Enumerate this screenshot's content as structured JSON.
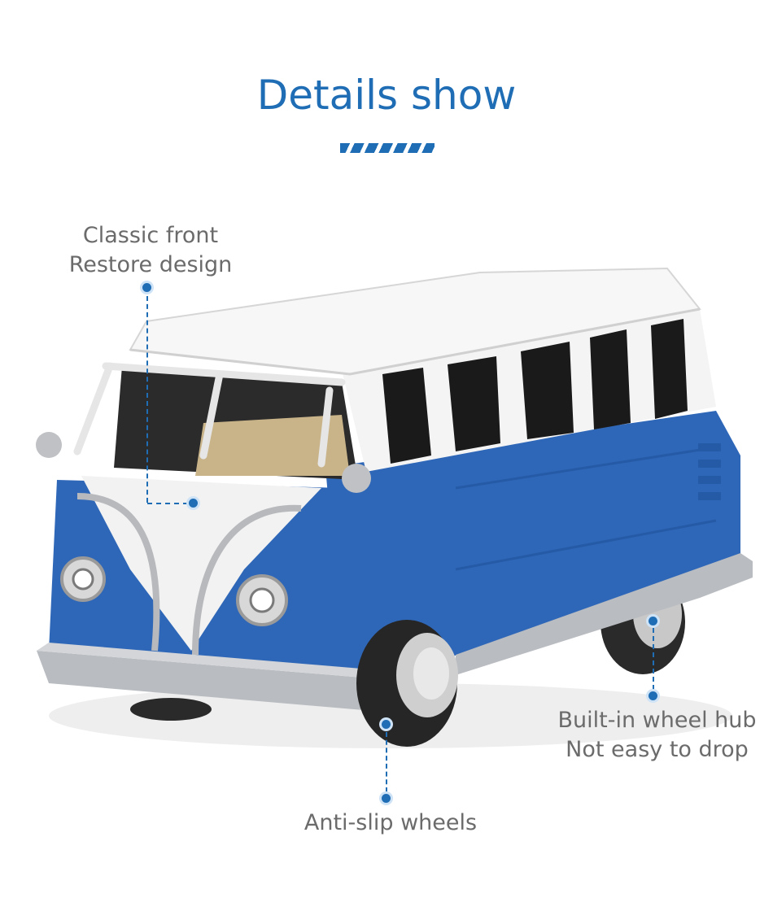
{
  "header": {
    "title": "Details show"
  },
  "callouts": {
    "front": {
      "line1": "Classic front",
      "line2": "Restore design"
    },
    "hub": {
      "line1": "Built-in wheel hub",
      "line2": "Not easy to drop"
    },
    "wheels": {
      "line1": "Anti-slip wheels"
    }
  },
  "colors": {
    "accent": "#1f6db5",
    "text": "#6b6b6b",
    "van_blue": "#2f67b8",
    "van_white": "#f2f2f2"
  },
  "icons": [
    "decorative-stripes",
    "callout-dot"
  ]
}
